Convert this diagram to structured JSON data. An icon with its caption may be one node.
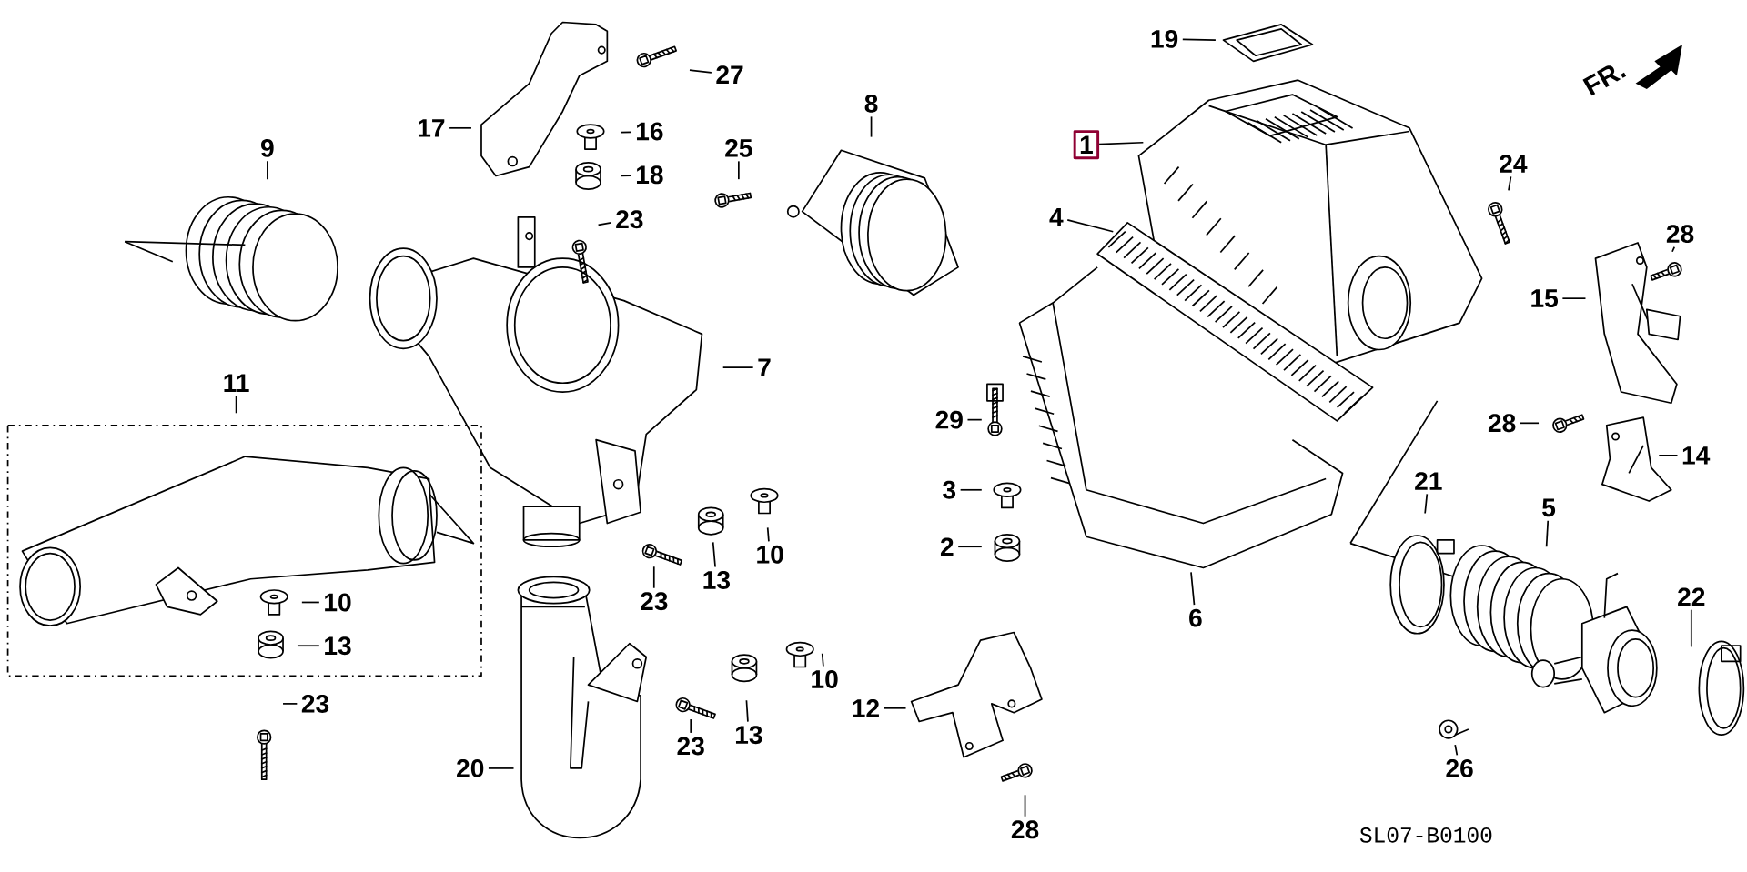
{
  "diagram": {
    "nodes": [
      {
        "text": [
          "19"
        ]
      },
      {
        "text": [
          "27"
        ]
      },
      {
        "text": [
          "17"
        ]
      },
      {
        "text": [
          "16"
        ]
      },
      {
        "text": [
          "18"
        ]
      },
      {
        "text": [
          "9"
        ]
      },
      {
        "text": [
          "8"
        ]
      },
      {
        "text": [
          "25"
        ]
      },
      {
        "text": [
          "23"
        ]
      },
      {
        "text": [
          "1"
        ]
      },
      {
        "text": [
          "4"
        ]
      },
      {
        "text": [
          "24"
        ]
      },
      {
        "text": [
          "28"
        ]
      },
      {
        "text": [
          "15"
        ]
      },
      {
        "text": [
          "7"
        ]
      },
      {
        "text": [
          "11"
        ]
      },
      {
        "text": [
          "29"
        ]
      },
      {
        "text": [
          "28"
        ]
      },
      {
        "text": [
          "3"
        ]
      },
      {
        "text": [
          "14"
        ]
      },
      {
        "text": [
          "21"
        ]
      },
      {
        "text": [
          "5"
        ]
      },
      {
        "text": [
          "10"
        ]
      },
      {
        "text": [
          "13"
        ]
      },
      {
        "text": [
          "23"
        ]
      },
      {
        "text": [
          "2"
        ]
      },
      {
        "text": [
          "6"
        ]
      },
      {
        "text": [
          "10"
        ]
      },
      {
        "text": [
          "13"
        ]
      },
      {
        "text": [
          "22"
        ]
      },
      {
        "text": [
          "23"
        ]
      },
      {
        "text": [
          "10"
        ]
      },
      {
        "text": [
          "13"
        ]
      },
      {
        "text": [
          "12"
        ]
      },
      {
        "text": [
          "23"
        ]
      },
      {
        "text": [
          "20"
        ]
      },
      {
        "text": [
          "26"
        ]
      },
      {
        "text": [
          "28"
        ]
      }
    ],
    "edges": [
      {
        "from": 0,
        "to": null,
        "arrow": "none"
      },
      {
        "from": 1,
        "to": null,
        "arrow": "none"
      },
      {
        "from": 2,
        "to": null,
        "arrow": "none"
      },
      {
        "from": 3,
        "to": null,
        "arrow": "none"
      },
      {
        "from": 4,
        "to": null,
        "arrow": "none"
      },
      {
        "from": 5,
        "to": null,
        "arrow": "none"
      },
      {
        "from": 6,
        "to": null,
        "arrow": "none"
      },
      {
        "from": 7,
        "to": null,
        "arrow": "none"
      },
      {
        "from": 8,
        "to": null,
        "arrow": "none"
      },
      {
        "from": 9,
        "to": null,
        "arrow": "none"
      },
      {
        "from": 10,
        "to": null,
        "arrow": "none"
      },
      {
        "from": 11,
        "to": null,
        "arrow": "none"
      },
      {
        "from": 12,
        "to": null,
        "arrow": "none"
      },
      {
        "from": 13,
        "to": null,
        "arrow": "none"
      },
      {
        "from": 14,
        "to": null,
        "arrow": "none"
      },
      {
        "from": 15,
        "to": null,
        "arrow": "none"
      },
      {
        "from": 16,
        "to": null,
        "arrow": "none"
      },
      {
        "from": 17,
        "to": null,
        "arrow": "none"
      },
      {
        "from": 18,
        "to": null,
        "arrow": "none"
      },
      {
        "from": 19,
        "to": null,
        "arrow": "none"
      },
      {
        "from": 20,
        "to": null,
        "arrow": "none"
      },
      {
        "from": 21,
        "to": null,
        "arrow": "none"
      },
      {
        "from": 22,
        "to": null,
        "arrow": "none"
      },
      {
        "from": 23,
        "to": null,
        "arrow": "none"
      },
      {
        "from": 24,
        "to": null,
        "arrow": "none"
      },
      {
        "from": 25,
        "to": null,
        "arrow": "none"
      },
      {
        "from": 26,
        "to": null,
        "arrow": "none"
      },
      {
        "from": 27,
        "to": null,
        "arrow": "none"
      },
      {
        "from": 28,
        "to": null,
        "arrow": "none"
      },
      {
        "from": 29,
        "to": null,
        "arrow": "none"
      },
      {
        "from": 30,
        "to": null,
        "arrow": "none"
      },
      {
        "from": 31,
        "to": null,
        "arrow": "none"
      },
      {
        "from": 32,
        "to": null,
        "arrow": "none"
      },
      {
        "from": 33,
        "to": null,
        "arrow": "none"
      },
      {
        "from": 34,
        "to": null,
        "arrow": "none"
      },
      {
        "from": 35,
        "to": null,
        "arrow": "none"
      },
      {
        "from": 36,
        "to": null,
        "arrow": "none"
      },
      {
        "from": 37,
        "to": null,
        "arrow": "none"
      }
    ],
    "labels": [
      "FR.",
      "SL07-B0100"
    ]
  }
}
